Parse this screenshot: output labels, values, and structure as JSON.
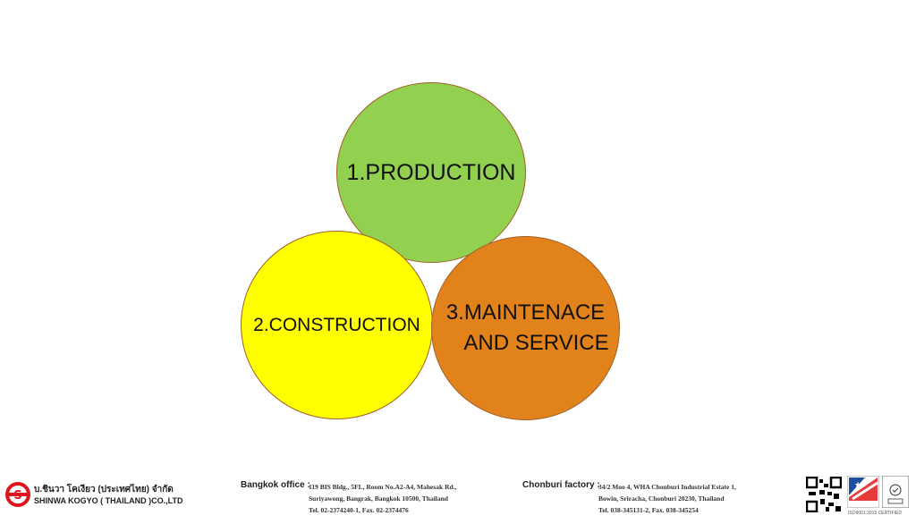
{
  "circles": [
    {
      "label": "1.PRODUCTION",
      "color": "#92d050"
    },
    {
      "label": "2.CONSTRUCTION",
      "color": "#ffff00"
    },
    {
      "label_line1": "3.MAINTENACE",
      "label_line2": "AND SERVICE",
      "color": "#e2821a"
    }
  ],
  "footer": {
    "company_thai": "บ.ชินวา โคเงียว (ประเทศไทย) จำกัด",
    "company_en": "SHINWA KOGYO ( THAILAND )CO.,LTD",
    "bangkok": {
      "label": "Bangkok office :",
      "line1": "119 BIS Bldg., 5FL, Room No.A2-A4, Mahesak Rd.,",
      "line2": "Suriyawong, Bangrak, Bangkok 10500, Thailand",
      "line3": "Tel. 02-2374240-1, Fax. 02-2374476"
    },
    "chonburi": {
      "label": "Chonburi factory :",
      "line1": "34/2 Moo 4, WHA Chonburi Industrial Estate 1,",
      "line2": "Bowin, Sriracha, Chonburi 20230, Thailand",
      "line3": "Tel. 038-345131-2, Fax. 038-345254"
    },
    "iso": "ISO9001:2015 CERTIFIED"
  }
}
